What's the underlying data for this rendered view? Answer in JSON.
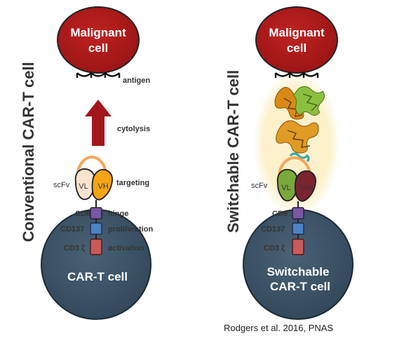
{
  "left": {
    "title": "Conventional CAR-T cell",
    "malignant_line1": "Malignant",
    "malignant_line2": "cell",
    "antigen": "antigen",
    "cytolysis": "cytolysis",
    "scfv": "scFv",
    "vl": "VL",
    "vh": "VH",
    "targeting": "targeting",
    "cd8": "CD8",
    "hinge": "hinge",
    "cd137": "CD137",
    "proliferation": "proliferation",
    "cd3": "CD3 ζ",
    "activation": "activation",
    "car_t": "CAR-T cell"
  },
  "right": {
    "title": "Switchable CAR-T cell",
    "malignant_line1": "Malignant",
    "malignant_line2": "cell",
    "scfv": "scFv",
    "vl": "VL",
    "vh": "VH",
    "cd8": "CD8",
    "cd137": "CD137",
    "cd3": "CD3 ζ",
    "car_t_line1": "Switchable",
    "car_t_line2": "CAR-T cell"
  },
  "citation": "Rodgers et al. 2016, PNAS",
  "colors": {
    "malignant": "#b01c1c",
    "car_t": "#3e5568",
    "arrow": "#a3161a",
    "cd8": "#7a58a3",
    "cd137": "#4d82c4",
    "cd3": "#c85a5a",
    "vl_left": "#fbe4cf",
    "vh_left": "#f5a514",
    "vl_right": "#7aa83a",
    "vh_right": "#7a2430",
    "switch_glow": "#fcefc4"
  }
}
